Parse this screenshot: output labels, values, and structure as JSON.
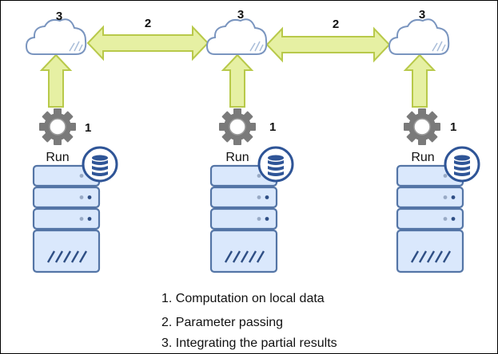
{
  "nodes": [
    {
      "cloud_label": "3",
      "gear_label": "1",
      "run_label": "Run"
    },
    {
      "cloud_label": "3",
      "gear_label": "1",
      "run_label": "Run"
    },
    {
      "cloud_label": "3",
      "gear_label": "1",
      "run_label": "Run"
    }
  ],
  "links": [
    {
      "label": "2"
    },
    {
      "label": "2"
    }
  ],
  "legend": [
    "1. Computation on local data",
    "2. Parameter passing",
    "3. Integrating the partial results"
  ],
  "colors": {
    "arrow_fill": "#e6f0a3",
    "arrow_stroke": "#b8c94a",
    "server_fill": "#dae8fc",
    "server_stroke": "#5475a6",
    "gear": "#7a7a7a",
    "cloud_fill": "#ffffff",
    "cloud_stroke": "#7a95bf"
  }
}
